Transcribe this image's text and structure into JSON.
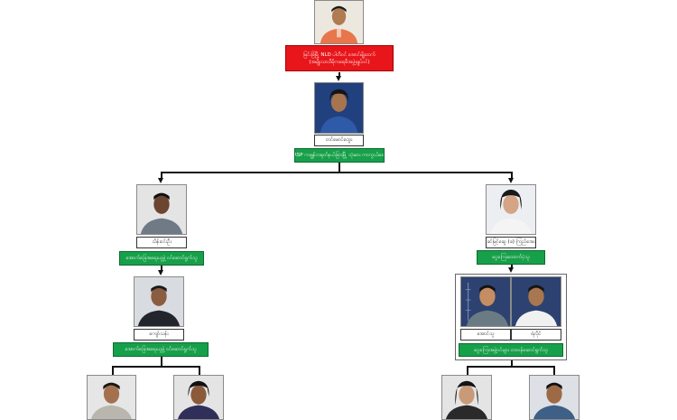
{
  "nodes": {
    "top": {
      "label_line1": "မြင်းခြံမြို့ NLD ပါတီဝင် အောင်မျိုးထက်",
      "label_line2": "(အမျိုးသားဒီမိုကရေစီအဖွဲ့ချုပ်ဝင်)"
    },
    "second": {
      "name": "တင်မောင်ထွေး",
      "role": "RSP ကချွန်တရုတ်နယ်ခြားမြို့ သုံးမား ကာကွယ်ရေး"
    },
    "left": {
      "name": "သိန်းဝင်းဦး",
      "role": "အောက်ခြေအရေးယူဖွဲ့ ဝင်ဆောင်ရွက်သူ"
    },
    "left_sub": {
      "name": "ကျော်သန်း",
      "role": "အောက်ခြေအရေးယူဖွဲ့ ဝင်ဆောင်ရွက်သူ"
    },
    "right": {
      "name": "ခင်မြင့်ဆွေ (ခ) ကြည်အေး",
      "role": "ငွေကြေးထောက်ပံ့သူ"
    },
    "right_pair": {
      "names": [
        "အောင်သူ",
        "ရဲလိုင်"
      ],
      "role": "ငွေကြေးအဖွဲ့ဝင်များ တာဝန်ဆောင်ရွက်သူ"
    }
  }
}
